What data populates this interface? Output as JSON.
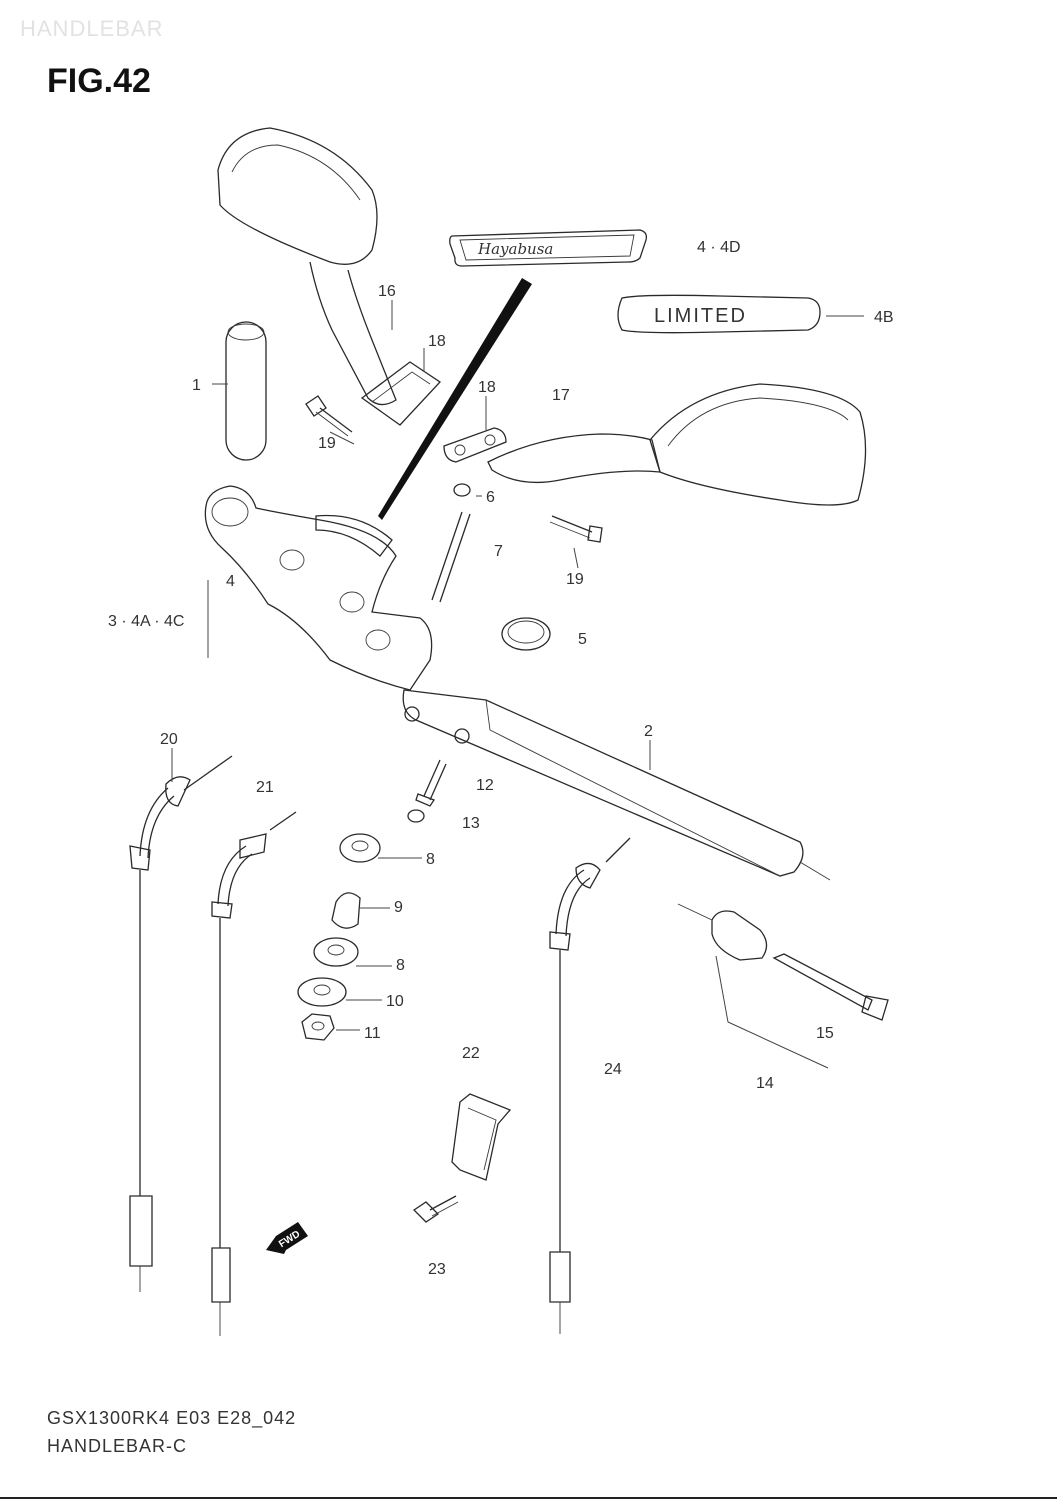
{
  "header": {
    "watermark": "HANDLEBAR",
    "figure_title": "FIG.42"
  },
  "badges": {
    "hayabusa_text": "Hayabusa",
    "limited_text": "LIMITED",
    "fwd_text": "FWD"
  },
  "callouts": [
    {
      "id": "c-4-4d",
      "label": "4 · 4D"
    },
    {
      "id": "c-4b",
      "label": "4B"
    },
    {
      "id": "c-16",
      "label": "16"
    },
    {
      "id": "c-18a",
      "label": "18"
    },
    {
      "id": "c-1",
      "label": "1"
    },
    {
      "id": "c-18b",
      "label": "18"
    },
    {
      "id": "c-17",
      "label": "17"
    },
    {
      "id": "c-19a",
      "label": "19"
    },
    {
      "id": "c-6",
      "label": "6"
    },
    {
      "id": "c-7",
      "label": "7"
    },
    {
      "id": "c-19b",
      "label": "19"
    },
    {
      "id": "c-4",
      "label": "4"
    },
    {
      "id": "c-3-4a-4c",
      "label": "3 · 4A · 4C"
    },
    {
      "id": "c-5",
      "label": "5"
    },
    {
      "id": "c-2",
      "label": "2"
    },
    {
      "id": "c-20",
      "label": "20"
    },
    {
      "id": "c-21",
      "label": "21"
    },
    {
      "id": "c-12",
      "label": "12"
    },
    {
      "id": "c-13",
      "label": "13"
    },
    {
      "id": "c-8a",
      "label": "8"
    },
    {
      "id": "c-9",
      "label": "9"
    },
    {
      "id": "c-8b",
      "label": "8"
    },
    {
      "id": "c-10",
      "label": "10"
    },
    {
      "id": "c-11",
      "label": "11"
    },
    {
      "id": "c-22",
      "label": "22"
    },
    {
      "id": "c-24",
      "label": "24"
    },
    {
      "id": "c-15",
      "label": "15"
    },
    {
      "id": "c-14",
      "label": "14"
    },
    {
      "id": "c-23",
      "label": "23"
    }
  ],
  "footer": {
    "code": "GSX1300RK4 E03 E28_042",
    "name": "HANDLEBAR-C"
  }
}
